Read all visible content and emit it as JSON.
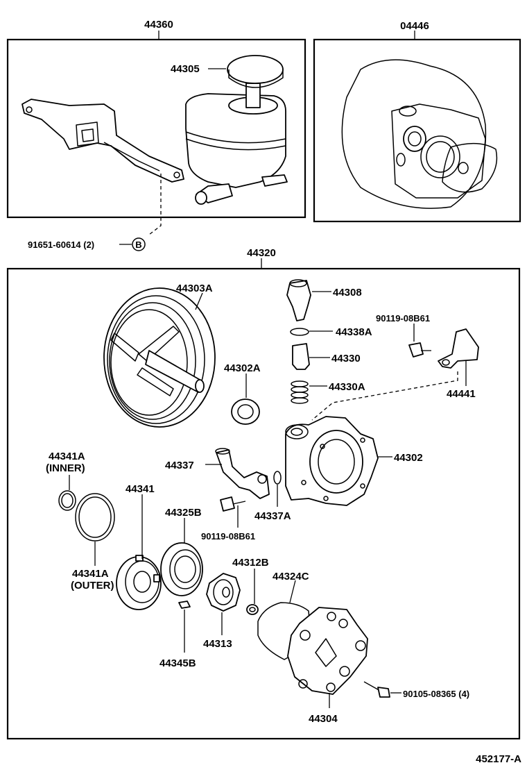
{
  "diagram_id": "452177-A",
  "groups": [
    {
      "name": "reservoir-group",
      "label": "44360"
    },
    {
      "name": "gasket-kit-group",
      "label": "04446"
    },
    {
      "name": "pump-group",
      "label": "44320"
    }
  ],
  "callouts": {
    "reservoir": "44305",
    "bolt_ref": "91651-60614 (2)",
    "bolt_ref_marker": "B",
    "pulley": "44303A",
    "fitting": "44308",
    "fitting_oring": "44338A",
    "valve": "44330",
    "valve_spring": "44330A",
    "oil_seal": "44302A",
    "bracket_bolt": "90119-08B61",
    "bracket": "44441",
    "inner_oring": "44341A",
    "inner_note": "(INNER)",
    "cam_ring": "44341",
    "union": "44337",
    "union_oring": "44337A",
    "union_bolt": "90119-08B61",
    "pump_body": "44302",
    "pressure_plate": "44325B",
    "outer_oring": "44341A",
    "outer_note": "(OUTER)",
    "plate_pin": "44312B",
    "cover_oring": "44324C",
    "rotor": "44313",
    "pin": "44345B",
    "cover_bolt": "90105-08365 (4)",
    "rear_cover": "44304"
  }
}
